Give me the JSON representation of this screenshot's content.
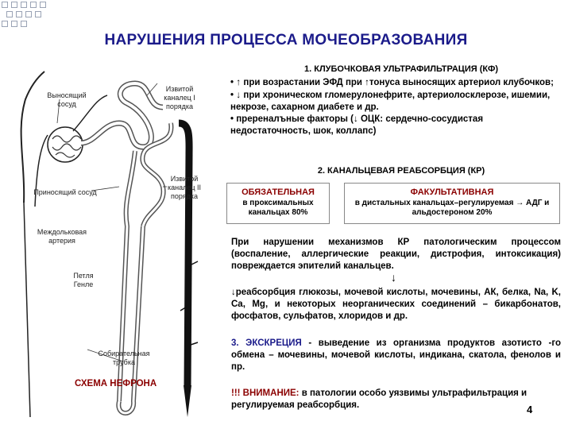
{
  "title": "НАРУШЕНИЯ ПРОЦЕССА МОЧЕОБРАЗОВАНИЯ",
  "diagram": {
    "labels": {
      "efferent": "Выносящий сосуд",
      "convoluted1": "Извитой каналец I порядка",
      "afferent": "Приносящий сосуд",
      "convoluted2": "Извитой каналец II порядка",
      "interlobular": "Междольковая артерия",
      "henle": "Петля Генле",
      "collecting": "Собирательная трубка"
    },
    "caption": "СХЕМА НЕФРОНА"
  },
  "section1": {
    "title": "1. КЛУБОЧКОВАЯ УЛЬТРАФИЛЬТРАЦИЯ (КФ)",
    "lines": [
      {
        "bullet": "•",
        "arrow": "↑",
        "text": " при возрастании ЭФД при ↑тонуса выносящих артериол клубочков;"
      },
      {
        "bullet": "•",
        "arrow": "↓",
        "text": " при хроническом гломерулонефрите, артериолосклерозе, ишемии, некрозе, сахарном диабете и др."
      },
      {
        "bullet": "•",
        "arrow": "",
        "text": "пререналъные факторы (↓ ОЦК: сердечно-сосудистая недостаточность, шок, коллапс)"
      }
    ]
  },
  "section2": {
    "title": "2. КАНАЛЬЦЕВАЯ РЕАБСОРБЦИЯ (КР)",
    "obligatory": {
      "head": "ОБЯЗАТЕЛЬНАЯ",
      "body": "в проксимальных канальцах 80%"
    },
    "facultative": {
      "head": "ФАКУЛЬТАТИВНАЯ",
      "body": "в дистальных канальцах–регулируемая → АДГ и альдостероном 20%"
    },
    "para1": "При нарушении механизмов КР патологическим процессом (воспаление, аллергические реакции, дистрофия, интоксикация) повреждается эпителий канальцев.",
    "down_arrow": "↓",
    "para2": "↓реабсорбция глюкозы, мочевой кислоты, мочевины, АК, белка, Na, K, Ca, Mg, и некоторых неорганических соединений – бикарбонатов, фосфатов, сульфатов, хлоридов и др."
  },
  "section3": {
    "label": "3. ЭКСКРЕЦИЯ",
    "text": " - выведение из организма продуктов азотисто -го обмена – мочевины, мочевой кислоты, индикана, скатола, фенолов и пр."
  },
  "attention": {
    "label": "!!! ВНИМАНИЕ:",
    "text": " в патологии особо уязвимы ультрафильтрация и регулируемая реабсорбция."
  },
  "page_number": "4",
  "colors": {
    "title": "#1b1b8a",
    "accent_red": "#8b0000"
  }
}
